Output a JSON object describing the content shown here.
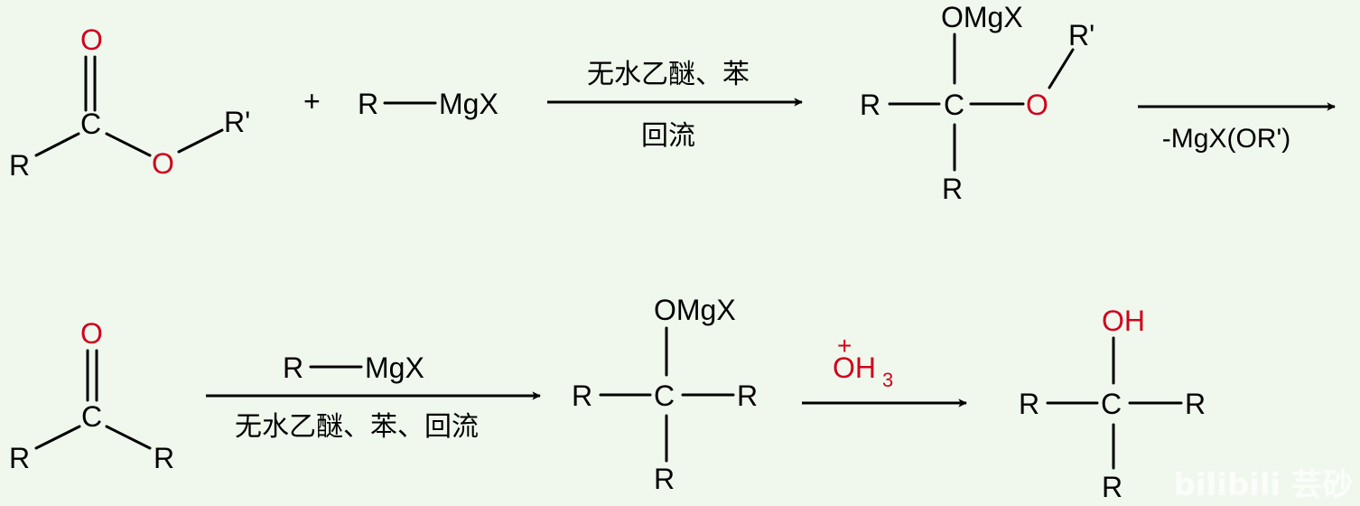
{
  "colors": {
    "background": "#f0f8ee",
    "black": "#000000",
    "oxygen_red": "#d0021b",
    "watermark": "#ffffff"
  },
  "reaction1": {
    "ester": {
      "carbonyl_o": "O",
      "carbon": "C",
      "ether_o": "O",
      "r": "R",
      "r_prime": "R'"
    },
    "plus": "+",
    "grignard": {
      "r": "R",
      "mgx": "MgX"
    },
    "arrow1": {
      "above": "无水乙醚、苯",
      "below": "回流"
    },
    "intermediate": {
      "omgx": "OMgX",
      "carbon": "C",
      "o": "O",
      "r_prime": "R'",
      "r_left": "R",
      "r_bottom": "R"
    },
    "arrow2": {
      "below": "-MgX(OR')"
    }
  },
  "reaction2": {
    "ketone": {
      "o": "O",
      "carbon": "C",
      "r_left": "R",
      "r_right": "R"
    },
    "arrow1": {
      "above_r": "R",
      "above_mgx": "MgX",
      "below": "无水乙醚、苯、回流"
    },
    "intermediate": {
      "omgx": "OMgX",
      "carbon": "C",
      "r_left": "R",
      "r_right": "R",
      "r_bottom": "R"
    },
    "arrow2": {
      "plus": "+",
      "oh": "OH",
      "sub": "3"
    },
    "product": {
      "oh": "OH",
      "carbon": "C",
      "r_left": "R",
      "r_right": "R",
      "r_bottom": "R"
    }
  },
  "watermark": "bilibili 芸砂"
}
